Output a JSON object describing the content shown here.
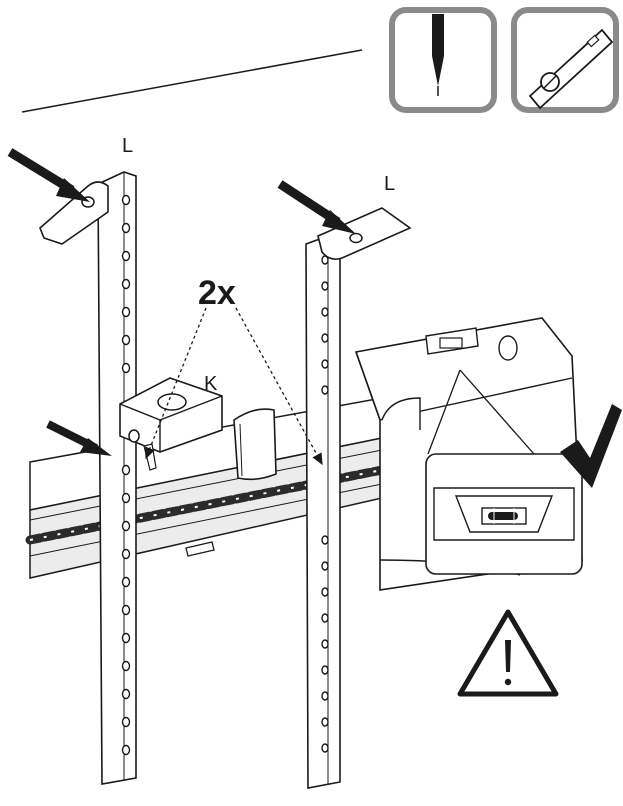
{
  "labels": {
    "bracket_left": "L",
    "bracket_right": "L",
    "clamp": "K",
    "quantity": "2x"
  },
  "icons": [
    "pencil-mark-icon",
    "level-tool-icon",
    "checkmark-icon",
    "warning-icon"
  ],
  "colors": {
    "line": "#1a1a1a",
    "icon_frame": "#8a8a8a",
    "chain": "#2b2b2b",
    "rail_shade": "#ececec"
  }
}
